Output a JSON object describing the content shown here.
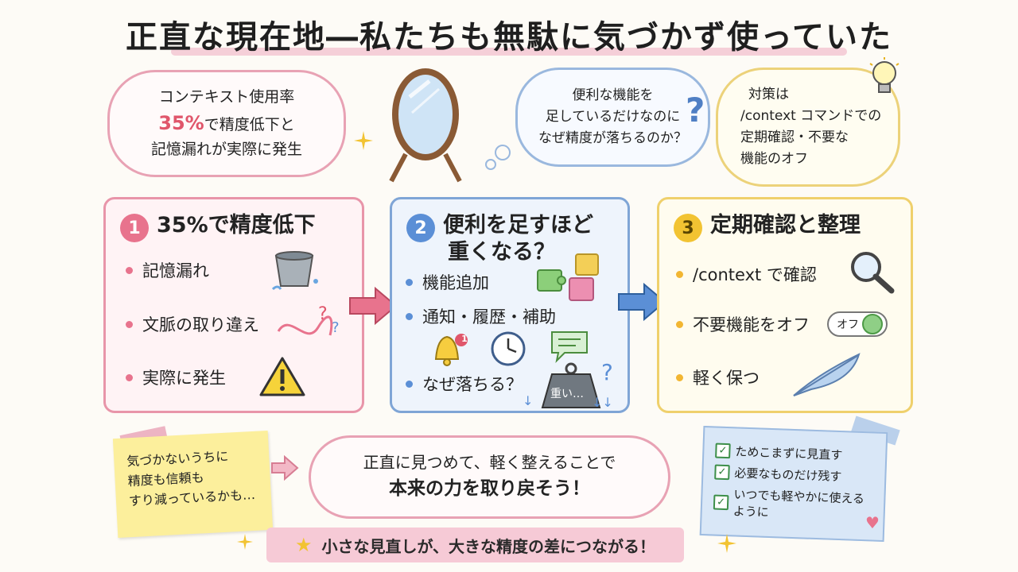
{
  "title": "正直な現在地―私たちも無駄に気づかず使っていた",
  "bubbles": {
    "context_usage": {
      "line1": "コンテキスト使用率",
      "percent": "35%",
      "line2_rest": "で精度低下と",
      "line3": "記憶漏れが実際に発生"
    },
    "question": {
      "line1": "便利な機能を",
      "line2": "足しているだけなのに",
      "line3": "なぜ精度が落ちるのか？"
    },
    "solution": {
      "line1": "対策は",
      "line2": "/context コマンドでの",
      "line3": "定期確認・不要な",
      "line4": "機能のオフ"
    }
  },
  "panels": [
    {
      "number": "1",
      "title": "35%で精度低下",
      "items": [
        "記憶漏れ",
        "文脈の取り違え",
        "実際に発生"
      ]
    },
    {
      "number": "2",
      "title_line1": "便利を足すほど",
      "title_line2": "重くなる？",
      "items": [
        "機能追加",
        "通知・履歴・補助",
        "なぜ落ちる？"
      ],
      "weight_label": "重い…",
      "bell_badge": "1"
    },
    {
      "number": "3",
      "title": "定期確認と整理",
      "items": [
        "/context で確認",
        "不要機能をオフ",
        "軽く保つ"
      ],
      "toggle_label": "オフ"
    }
  ],
  "sticky_note": {
    "line1": "気づかないうちに",
    "line2": "精度も信頼も",
    "line3": "すり減っているかも…"
  },
  "center_cloud": {
    "line1": "正直に見つめて、軽く整えることで",
    "line2": "本来の力を取り戻そう！"
  },
  "checklist": [
    "ためこまずに見直す",
    "必要なものだけ残す",
    "いつでも軽やかに使えるように"
  ],
  "banner": "小さな見直しが、大きな精度の差につながる！",
  "colors": {
    "pink": "#e8738d",
    "blue": "#5b8fd6",
    "yellow": "#f2c332"
  },
  "icons": [
    "mirror-icon",
    "lightbulb-icon",
    "bucket-icon",
    "warning-icon",
    "puzzle-icon",
    "bell-icon",
    "clock-icon",
    "chat-icon",
    "weight-icon",
    "magnifier-icon",
    "toggle-icon",
    "feather-icon",
    "star-icon",
    "heart-icon"
  ]
}
